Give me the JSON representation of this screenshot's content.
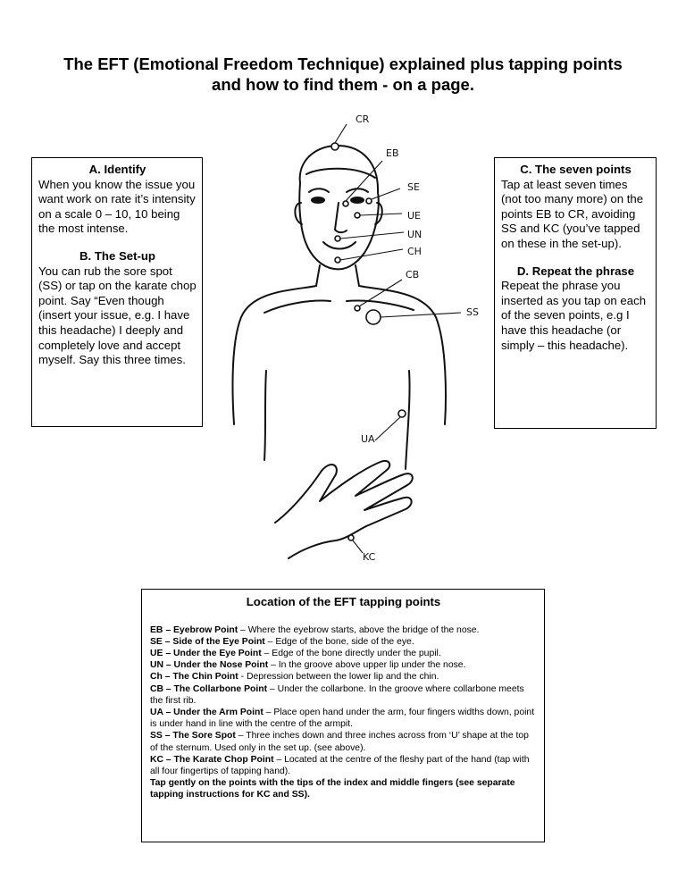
{
  "title_line1": "The EFT (Emotional Freedom Technique) explained plus tapping points",
  "title_line2": "and how to find them - on a page.",
  "box_a": {
    "heading": "A. Identify",
    "text": "When you know the issue you want work on rate it’s intensity on a scale 0 – 10, 10 being the most intense."
  },
  "box_b": {
    "heading": "B. The Set-up",
    "text": "You can rub the sore spot (SS) or tap on the karate chop point.  Say “Even though (insert your issue, e.g. I have this headache) I deeply and completely love and accept myself. Say this three times."
  },
  "box_c": {
    "heading": "C. The seven points",
    "text": "Tap at least seven times (not too many more) on the points EB to CR, avoiding SS and KC (you’ve tapped on these in the set-up)."
  },
  "box_d": {
    "heading": "D. Repeat the phrase",
    "text": "Repeat the phrase you inserted as you tap on each of the seven points, e.g I have this headache (or simply – this headache)."
  },
  "figure_labels": {
    "cr": "CR",
    "eb": "EB",
    "se": "SE",
    "ue": "UE",
    "un": "UN",
    "ch": "CH",
    "cb": "CB",
    "ss": "SS",
    "ua": "UA",
    "kc": "KC"
  },
  "locations": {
    "heading": "Location of the EFT tapping points",
    "points": [
      {
        "name": "EB – Eyebrow Point",
        "desc": " – Where the eyebrow starts, above the bridge of the nose."
      },
      {
        "name": "SE – Side of the Eye Point",
        "desc": " – Edge of the bone, side of the eye."
      },
      {
        "name": "UE – Under the Eye Point",
        "desc": " – Edge of the bone directly under the pupil."
      },
      {
        "name": "UN – Under the Nose Point",
        "desc": " – In the groove above upper lip under the nose."
      },
      {
        "name": "Ch – The Chin Point",
        "desc": " - Depression between the lower lip and the chin."
      },
      {
        "name": "CB – The Collarbone Point",
        "desc": " – Under the collarbone. In the groove where collarbone meets the first rib."
      },
      {
        "name": "UA – Under the Arm Point",
        "desc": " – Place open hand under the arm, four fingers widths down, point is under hand in line with the centre of the armpit."
      },
      {
        "name": "SS – The Sore Spot",
        "desc": " – Three inches down and three inches across from ‘U’ shape at the top of the sternum. Used only in the set up.  (see above)."
      },
      {
        "name": "KC – The Karate Chop Point",
        "desc": " – Located at the centre of the fleshy part of the hand (tap with all four fingertips of tapping hand)."
      }
    ],
    "footer": "Tap gently on the points with the tips of the index and middle fingers (see separate tapping instructions for KC and SS)."
  }
}
